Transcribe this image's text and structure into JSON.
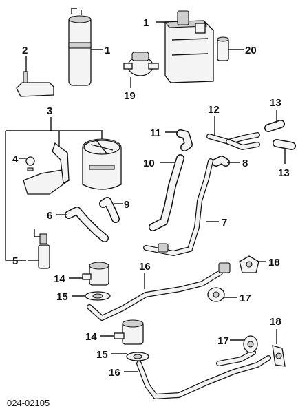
{
  "diagram": {
    "code": "024-02105",
    "callouts": {
      "c1a": "1",
      "c1b": "1",
      "c2": "2",
      "c3": "3",
      "c4": "4",
      "c5": "5",
      "c6": "6",
      "c7": "7",
      "c8": "8",
      "c9": "9",
      "c10": "10",
      "c11": "11",
      "c12": "12",
      "c13a": "13",
      "c13b": "13",
      "c14a": "14",
      "c14b": "14",
      "c15a": "15",
      "c15b": "15",
      "c16a": "16",
      "c16b": "16",
      "c17a": "17",
      "c17b": "17",
      "c18a": "18",
      "c18b": "18",
      "c19": "19",
      "c20": "20"
    },
    "colors": {
      "line": "#111111",
      "fill": "#f4f4f4",
      "shade": "#cfcfcf"
    }
  }
}
